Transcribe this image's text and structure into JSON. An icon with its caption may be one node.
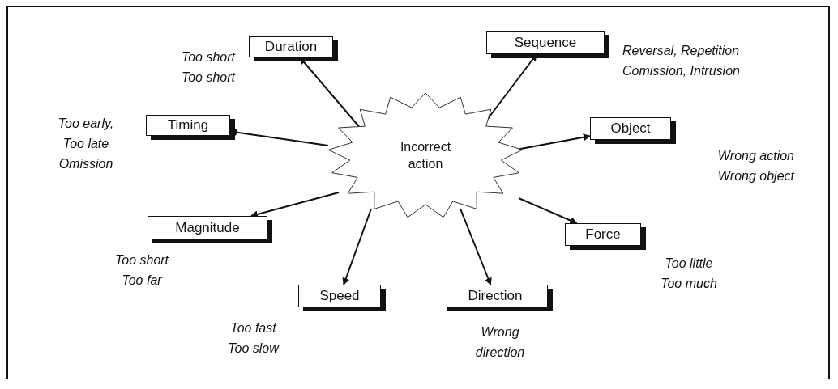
{
  "diagram": {
    "nodes": [
      {
        "text": [
          "Incorrect action"
        ]
      },
      {
        "text": [
          "Duration"
        ],
        "beside": [
          "Too short",
          "Too short"
        ]
      },
      {
        "text": [
          "Sequence"
        ],
        "beside": [
          "Reversal, Repetition",
          "Comission, Intrusion"
        ]
      },
      {
        "text": [
          "Timing"
        ],
        "beside": [
          "Too early,",
          "Too late",
          "Omission"
        ]
      },
      {
        "text": [
          "Object"
        ],
        "beside": [
          "Wrong action",
          "Wrong object"
        ]
      },
      {
        "text": [
          "Magnitude"
        ],
        "beside": [
          "Too short",
          "Too far"
        ]
      },
      {
        "text": [
          "Force"
        ],
        "beside": [
          "Too little",
          "Too much"
        ]
      },
      {
        "text": [
          "Speed"
        ],
        "beside": [
          "Too fast",
          "Too slow"
        ]
      },
      {
        "text": [
          "Direction"
        ],
        "beside": [
          "Wrong direction"
        ]
      }
    ],
    "edges": [
      {
        "from": 0,
        "to": 1,
        "arrow": "to"
      },
      {
        "from": 0,
        "to": 2,
        "arrow": "to"
      },
      {
        "from": 0,
        "to": 3,
        "arrow": "to"
      },
      {
        "from": 0,
        "to": 4,
        "arrow": "to"
      },
      {
        "from": 0,
        "to": 5,
        "arrow": "to"
      },
      {
        "from": 0,
        "to": 6,
        "arrow": "to"
      },
      {
        "from": 0,
        "to": 7,
        "arrow": "to"
      },
      {
        "from": 0,
        "to": 8,
        "arrow": "to"
      }
    ]
  }
}
